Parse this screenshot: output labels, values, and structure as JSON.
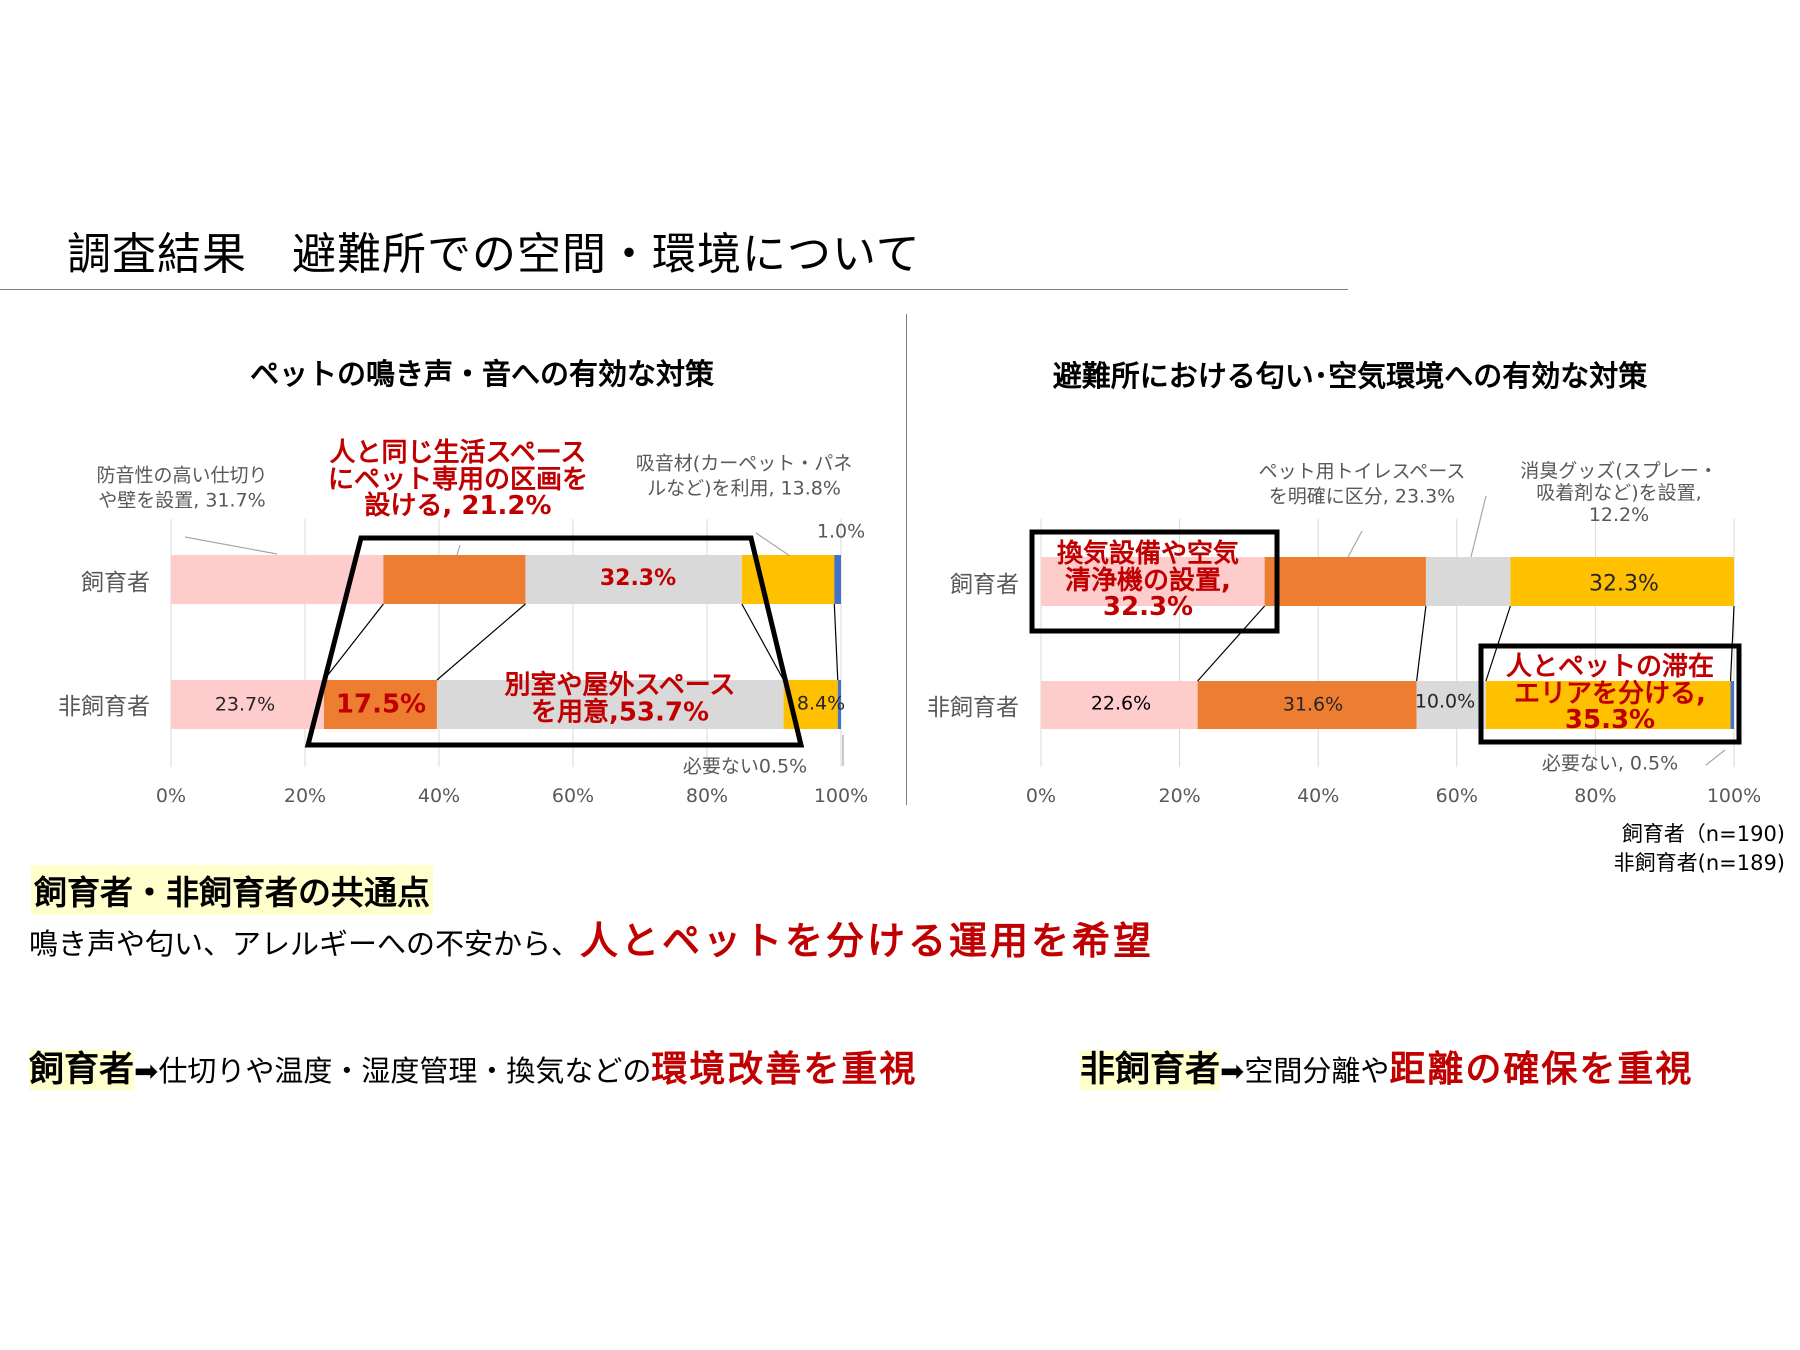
{
  "page_title": "調査結果　避難所での空間・環境について",
  "colors": {
    "pink": "#ffcccc",
    "orange": "#ed7d31",
    "gray": "#d9d9d9",
    "yellow": "#ffc000",
    "blue": "#4472c4",
    "accent_red": "#c00000",
    "highlight": "#ffffcc"
  },
  "chart_data": [
    {
      "type": "bar",
      "stacked": "100%",
      "orientation": "horizontal",
      "title": "ペットの鳴き声・音への有効な対策",
      "categories": [
        "飼育者",
        "非飼育者"
      ],
      "xlim": [
        0,
        100
      ],
      "x_ticks": [
        "0%",
        "20%",
        "40%",
        "60%",
        "80%",
        "100%"
      ],
      "grid": true,
      "series": [
        {
          "name": "防音性の高い仕切りや壁を設置",
          "color_key": "pink",
          "values": [
            31.7,
            23.7
          ]
        },
        {
          "name": "人と同じ生活スペースにペット専用の区画を設ける",
          "color_key": "orange",
          "values": [
            21.2,
            17.5
          ]
        },
        {
          "name": "別室や屋外スペースを用意",
          "color_key": "gray",
          "values": [
            32.3,
            53.7
          ]
        },
        {
          "name": "吸音材(カーペット・パネルなど)を利用",
          "color_key": "yellow",
          "values": [
            13.8,
            8.4
          ]
        },
        {
          "name": "必要ない",
          "color_key": "blue",
          "values": [
            1.0,
            0.5
          ]
        }
      ],
      "labels": {
        "owner_pink": [
          "防音性の高い仕切り",
          "や壁を設置, 31.7%"
        ],
        "owner_orange": [
          "人と同じ生活スペース",
          "にペット専用の区画を",
          "設ける, 21.2%"
        ],
        "owner_gray": "32.3%",
        "owner_yellow": [
          "吸音材(カーペット・パネ",
          "ルなど)を利用, 13.8%"
        ],
        "owner_blue": "1.0%",
        "non_pink": "23.7%",
        "non_orange": "17.5%",
        "non_gray": [
          "別室や屋外スペース",
          "を用意,53.7%"
        ],
        "non_yellow": "8.4%",
        "non_blue": "必要ない0.5%"
      }
    },
    {
      "type": "bar",
      "stacked": "100%",
      "orientation": "horizontal",
      "title": "避難所における匂い･空気環境への有効な対策",
      "categories": [
        "飼育者",
        "非飼育者"
      ],
      "xlim": [
        0,
        100
      ],
      "x_ticks": [
        "0%",
        "20%",
        "40%",
        "60%",
        "80%",
        "100%"
      ],
      "grid": true,
      "series": [
        {
          "name": "換気設備や空気清浄機の設置",
          "color_key": "pink",
          "values": [
            32.3,
            22.6
          ]
        },
        {
          "name": "ペット用トイレスペースを明確に区分",
          "color_key": "orange",
          "values": [
            23.3,
            31.6
          ]
        },
        {
          "name": "消臭グッズ(スプレー・吸着剤など)を設置",
          "color_key": "gray",
          "values": [
            12.2,
            10.0
          ]
        },
        {
          "name": "人とペットの滞在エリアを分ける",
          "color_key": "yellow",
          "values": [
            32.3,
            35.3
          ]
        },
        {
          "name": "必要ない",
          "color_key": "blue",
          "values": [
            0,
            0.5
          ]
        }
      ],
      "labels": {
        "owner_pink": [
          "換気設備や空気",
          "清浄機の設置,",
          "32.3%"
        ],
        "owner_orange": [
          "ペット用トイレスペース",
          "を明確に区分, 23.3%"
        ],
        "owner_gray": [
          "消臭グッズ(スプレー・",
          "吸着剤など)を設置,",
          "12.2%"
        ],
        "owner_yellow": "32.3%",
        "non_pink": "22.6%",
        "non_orange": "31.6%",
        "non_gray": "10.0%",
        "non_yellow": [
          "人とペットの滞在",
          "エリアを分ける,",
          "35.3%"
        ],
        "non_blue": "必要ない, 0.5%"
      },
      "sample_notes": [
        "飼育者（n=190)",
        "非飼育者(n=189)"
      ]
    }
  ],
  "summary": {
    "common_heading": "飼育者・非飼育者の共通点",
    "common_text": "鳴き声や匂い、アレルギーへの不安から、",
    "common_emphasis": "人とペットを分ける運用を希望",
    "owner_label": "飼育者",
    "arrow": "➡",
    "owner_text": "仕切りや温度・湿度管理・換気などの",
    "owner_emphasis": "環境改善を重視",
    "non_owner_label": "非飼育者",
    "non_owner_text": "空間分離や",
    "non_owner_emphasis": "距離の確保を重視"
  }
}
